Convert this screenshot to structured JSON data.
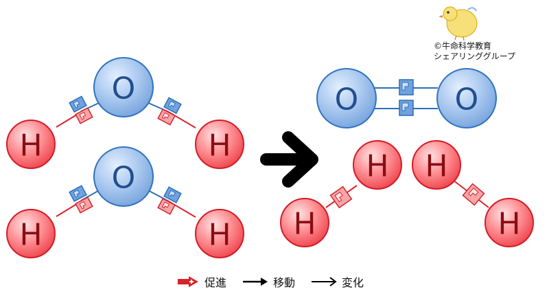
{
  "labels": {
    "oxygen": "O",
    "hydrogen": "H"
  },
  "credit": {
    "line1": "©牛命科学教育",
    "line2": "シェアリンググループ"
  },
  "legend": [
    {
      "key": "promote",
      "label": "促進"
    },
    {
      "key": "move",
      "label": "移動"
    },
    {
      "key": "change",
      "label": "変化"
    }
  ],
  "colors": {
    "oxygen_fill": "#a9c8ef",
    "oxygen_stroke": "#2f73bf",
    "hydrogen_fill": "#f2575c",
    "hydrogen_stroke": "#d31c25",
    "bond_blue": "#2d6db7",
    "bond_red": "#d8232a",
    "arrow": "#000000"
  }
}
